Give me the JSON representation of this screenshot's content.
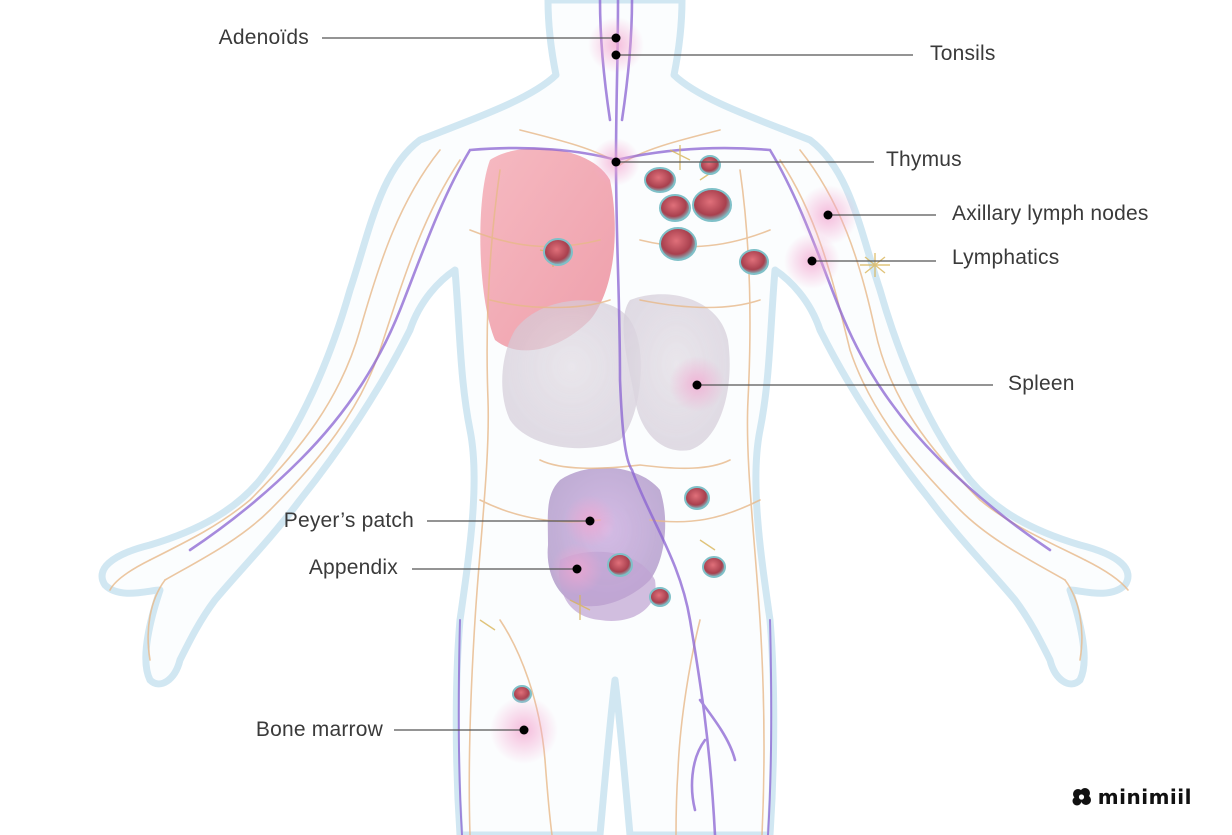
{
  "diagram": {
    "labels": {
      "adenoids": "Adenoïds",
      "tonsils": "Tonsils",
      "thymus": "Thymus",
      "axillary": "Axillary lymph nodes",
      "lymphatics": "Lymphatics",
      "spleen": "Spleen",
      "peyers_patch": "Peyer’s patch",
      "appendix": "Appendix",
      "bone_marrow": "Bone marrow"
    }
  },
  "brand": {
    "name": "minimiil",
    "icon": "flower-logo-icon"
  },
  "colors": {
    "label_text": "#3a3a3a",
    "leader_line": "#555555",
    "marker": "#000000",
    "lymph_vessel": "#e8b98a",
    "vein": "#8a63d2",
    "body_outline": "#cfe6f2",
    "lung": "#f08a96",
    "intestine": "#b79ad0"
  }
}
